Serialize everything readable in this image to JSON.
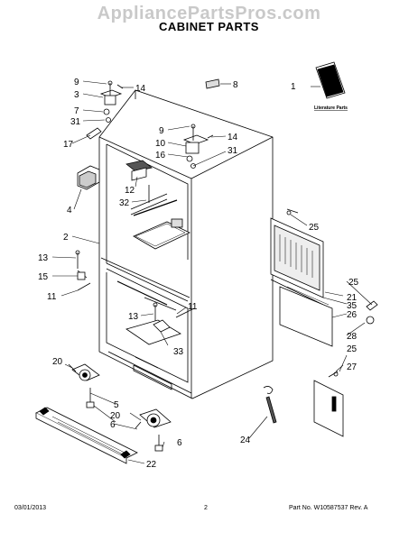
{
  "watermark": "AppliancePartsPros.com",
  "title": "CABINET PARTS",
  "literature_label": "Literature Parts",
  "callouts": {
    "c1": "1",
    "c2": "2",
    "c3": "3",
    "c4": "4",
    "c5": "5",
    "c6": "6",
    "c7": "7",
    "c8": "8",
    "c9": "9",
    "c10": "10",
    "c11": "11",
    "c12": "12",
    "c13": "13",
    "c14": "14",
    "c15": "15",
    "c16": "16",
    "c17": "17",
    "c20": "20",
    "c21": "21",
    "c22": "22",
    "c24": "24",
    "c25": "25",
    "c26": "26",
    "c27": "27",
    "c28": "28",
    "c31": "31",
    "c32": "32",
    "c33": "33",
    "c35": "35"
  },
  "footer": {
    "date": "03/01/2013",
    "page": "2",
    "part_no": "Part No. W10587537 Rev. A"
  }
}
